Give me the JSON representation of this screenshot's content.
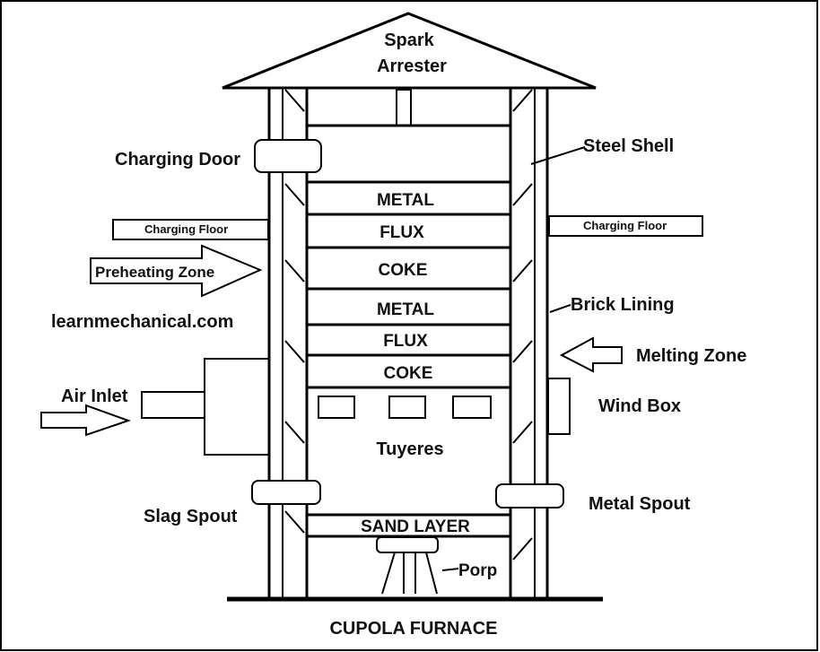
{
  "diagram": {
    "title": "CUPOLA FURNACE",
    "watermark": "learnmechanical.com",
    "labels": {
      "spark_arrester_line1": "Spark",
      "spark_arrester_line2": "Arrester",
      "charging_door": "Charging Door",
      "steel_shell": "Steel Shell",
      "charging_floor_left": "Charging Floor",
      "charging_floor_right": "Charging Floor",
      "preheating_zone": "Preheating Zone",
      "brick_lining": "Brick Lining",
      "melting_zone": "Melting Zone",
      "air_inlet": "Air Inlet",
      "wind_box": "Wind Box",
      "tuyeres": "Tuyeres",
      "slag_spout": "Slag Spout",
      "metal_spout": "Metal Spout",
      "sand_layer": "SAND LAYER",
      "porp": "Porp"
    },
    "charge_layers": [
      "METAL",
      "FLUX",
      "COKE",
      "METAL",
      "FLUX",
      "COKE"
    ]
  }
}
